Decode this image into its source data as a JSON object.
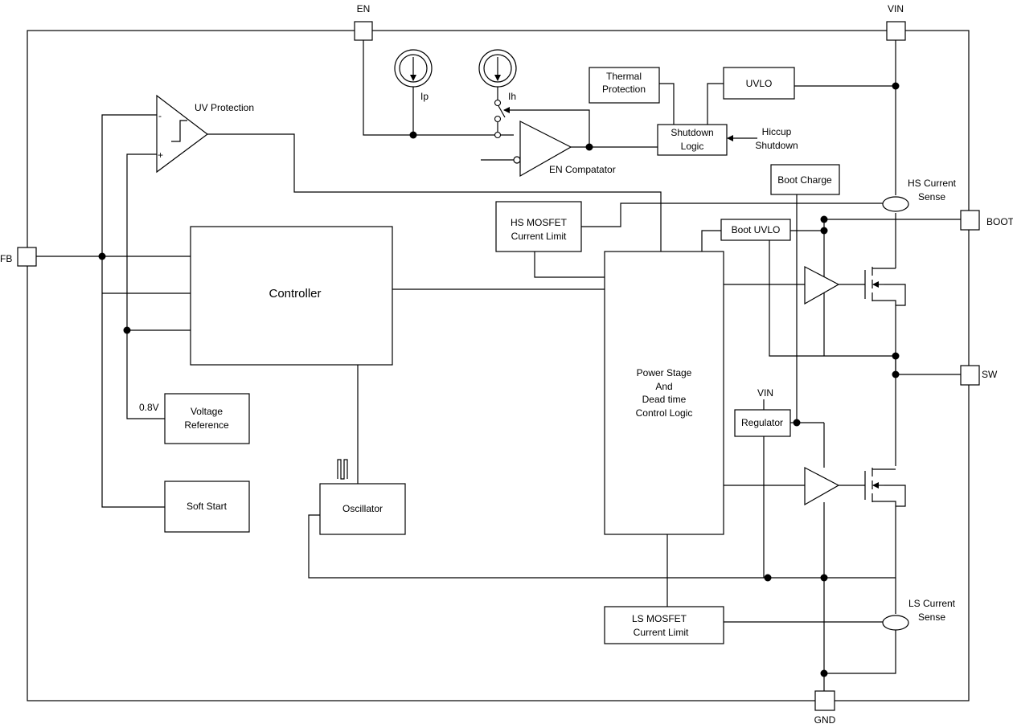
{
  "pins": {
    "en": "EN",
    "vin": "VIN",
    "fb": "FB",
    "boot": "BOOT",
    "sw": "SW",
    "gnd": "GND"
  },
  "blocks": {
    "uv_protection": "UV Protection",
    "controller": "Controller",
    "thermal_line1": "Thermal",
    "thermal_line2": "Protection",
    "uvlo": "UVLO",
    "shutdown_line1": "Shutdown",
    "shutdown_line2": "Logic",
    "boot_charge": "Boot Charge",
    "boot_uvlo": "Boot UVLO",
    "hs_limit_line1": "HS MOSFET",
    "hs_limit_line2": "Current Limit",
    "power_line1": "Power Stage",
    "power_line2": "And",
    "power_line3": "Dead time",
    "power_line4": "Control Logic",
    "vref_line1": "Voltage",
    "vref_line2": "Reference",
    "soft_start": "Soft Start",
    "oscillator": "Oscillator",
    "regulator": "Regulator",
    "ls_limit_line1": "LS MOSFET",
    "ls_limit_line2": "Current Limit"
  },
  "labels": {
    "ip": "Ip",
    "ih": "Ih",
    "en_comparator": "EN Compatator",
    "hiccup_line1": "Hiccup",
    "hiccup_line2": "Shutdown",
    "hs_sense_line1": "HS Current",
    "hs_sense_line2": "Sense",
    "ls_sense_line1": "LS Current",
    "ls_sense_line2": "Sense",
    "vref_value": "0.8V",
    "regulator_vin": "VIN",
    "minus_sign": "-",
    "plus_sign": "+"
  }
}
